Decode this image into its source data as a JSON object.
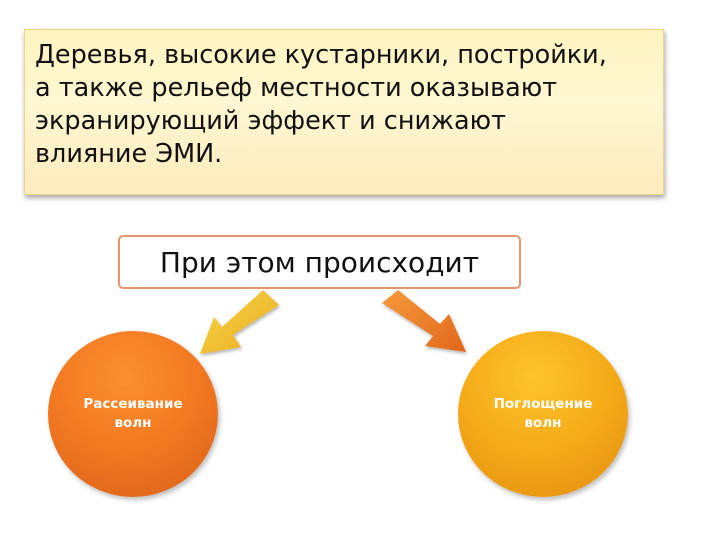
{
  "top_box": {
    "lines": [
      "Деревья, высокие кустарники, постройки,",
      "а также рельеф местности оказывают",
      "экранирующий эффект и снижают",
      "влияние ЭМИ."
    ]
  },
  "middle_box": {
    "label": "При этом происходит"
  },
  "circles": {
    "left_label": "Рассеивание волн",
    "right_label": "Поглощение волн"
  },
  "colors": {
    "top_box_fill": "#fff4c0",
    "middle_box_border": "#e8956b",
    "left_circle": "#f47a22",
    "right_circle": "#f5aa18",
    "left_arrow": "#f2c12e",
    "right_arrow": "#ec7a26"
  }
}
